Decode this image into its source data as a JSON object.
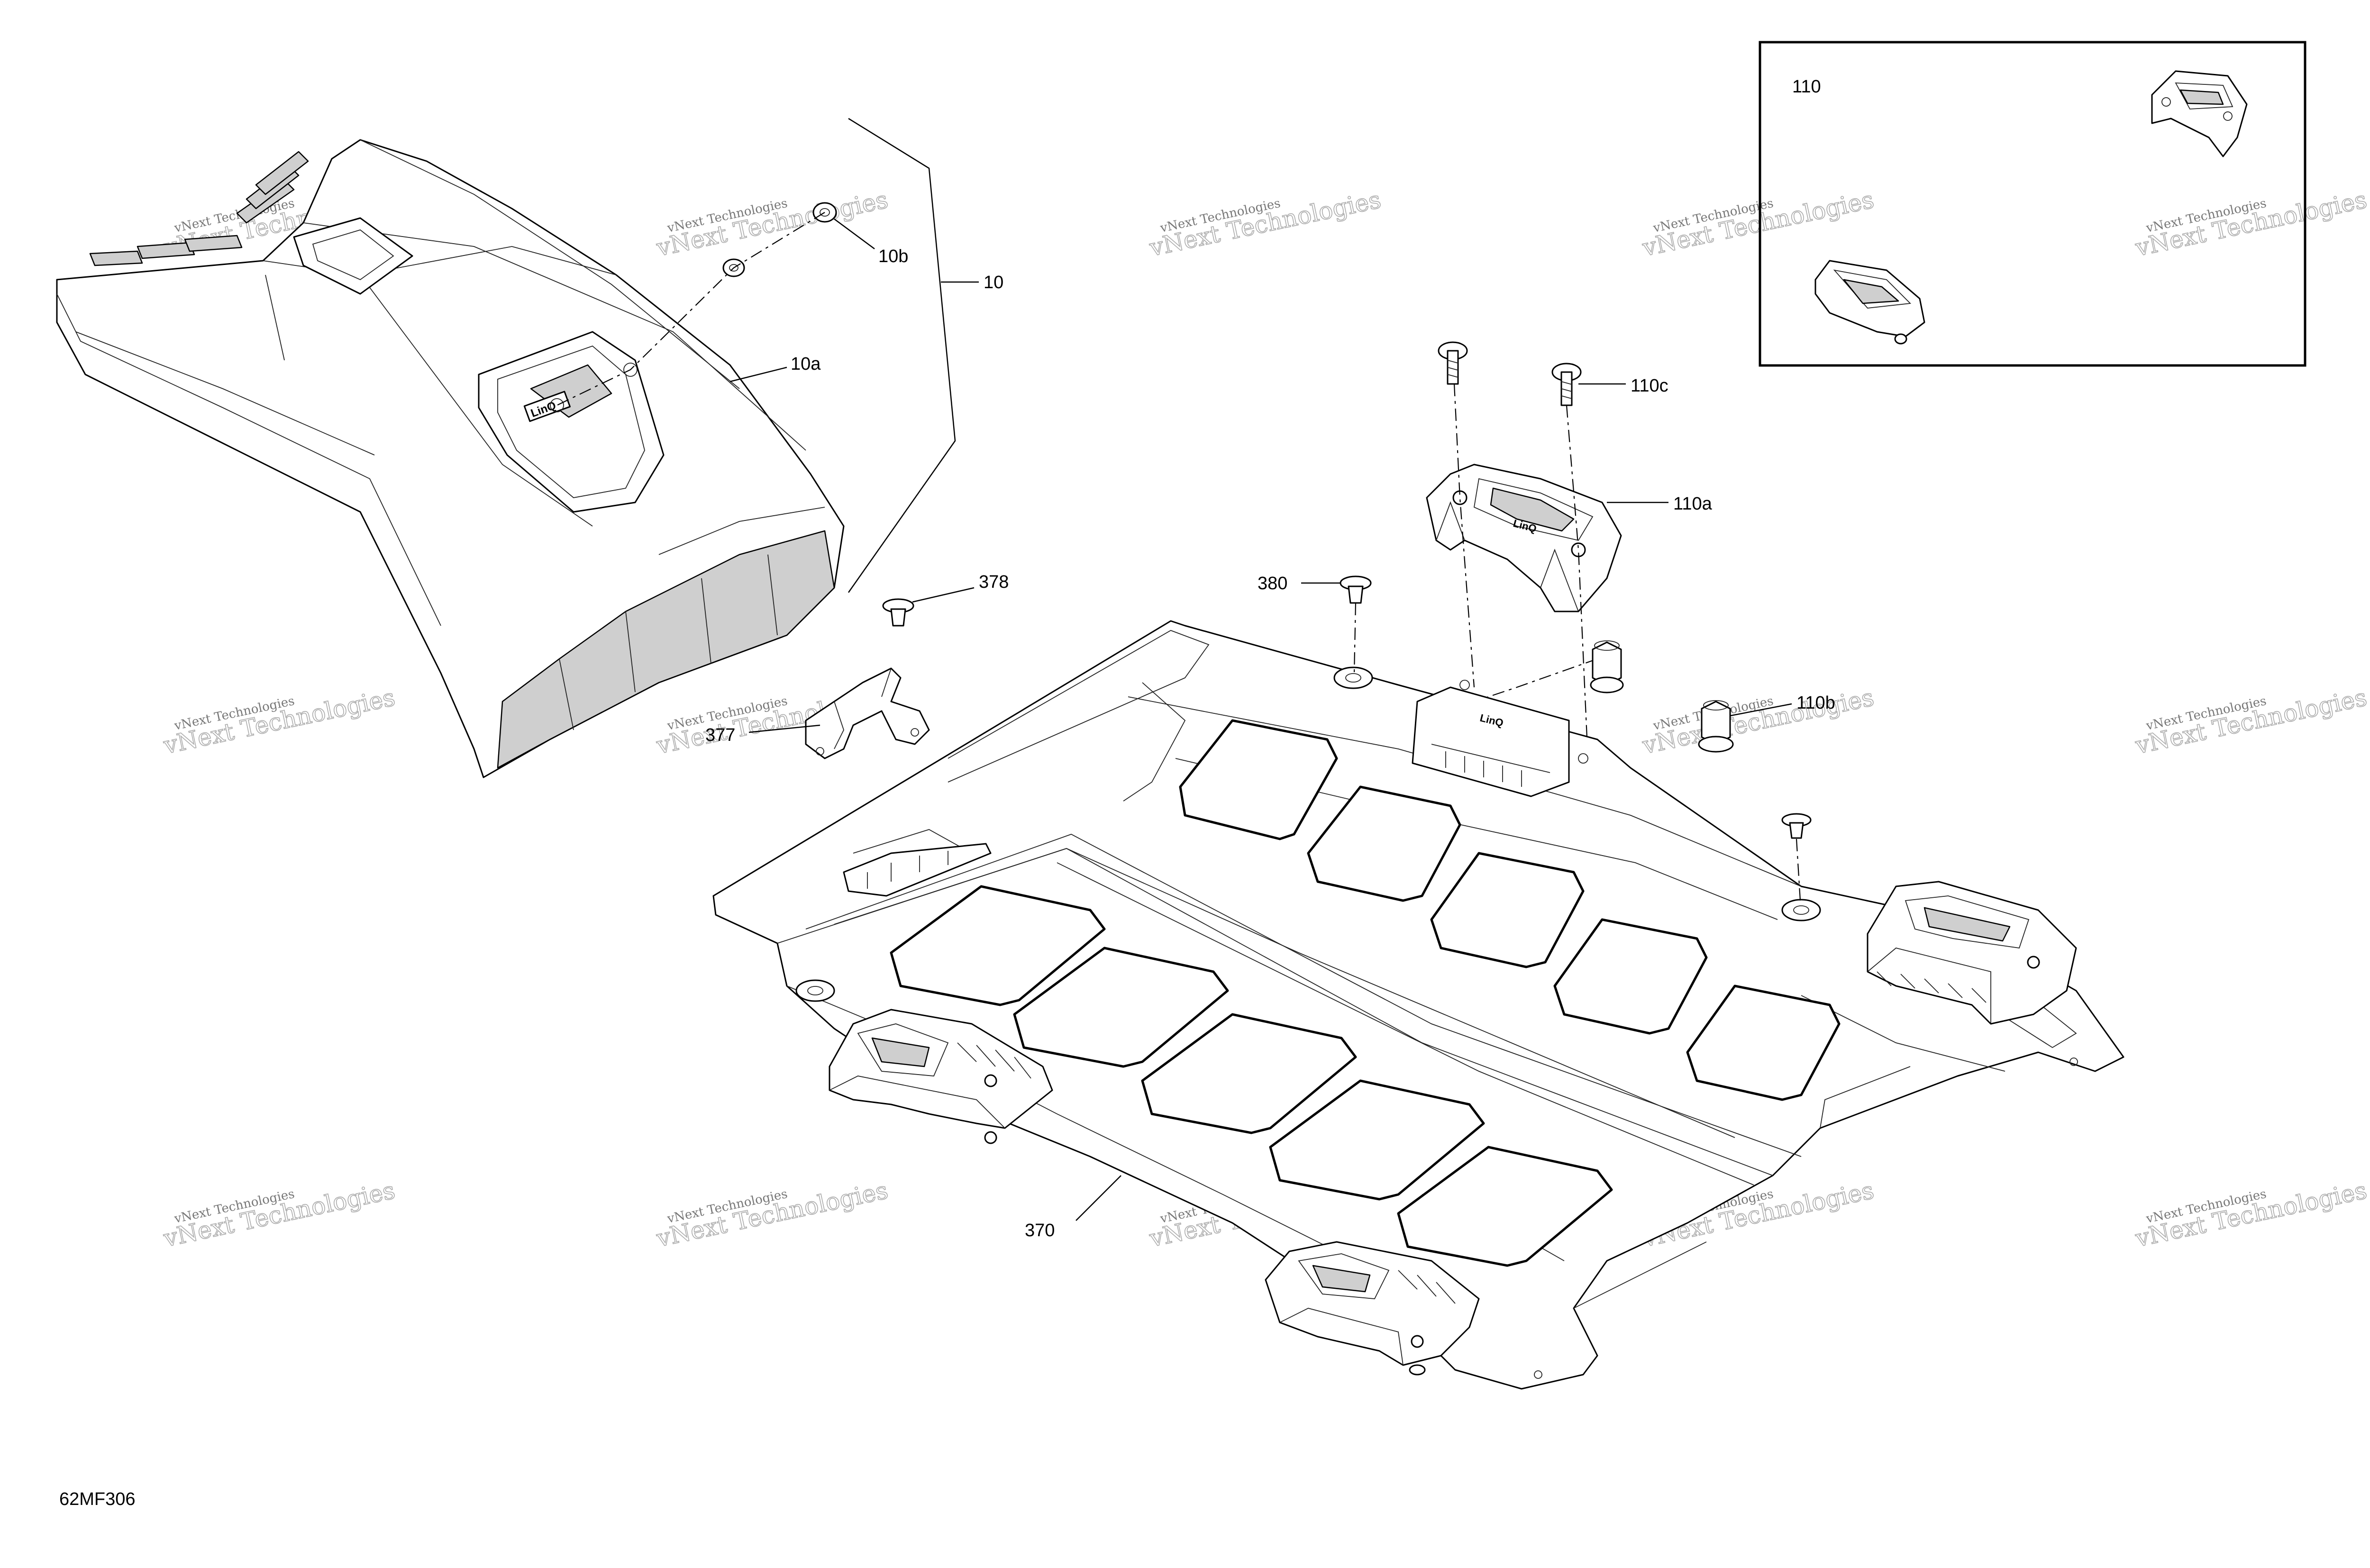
{
  "diagram": {
    "code": "62MF306",
    "callouts": {
      "c10": "10",
      "c10a": "10a",
      "c10b": "10b",
      "c110": "110",
      "c110a": "110a",
      "c110b": "110b",
      "c110c": "110c",
      "c370": "370",
      "c377": "377",
      "c378": "378",
      "c380": "380"
    },
    "watermark": {
      "line1": "vNext Technologies",
      "line2": "vNext Technologies"
    },
    "part_logo_text": "LinQ"
  }
}
